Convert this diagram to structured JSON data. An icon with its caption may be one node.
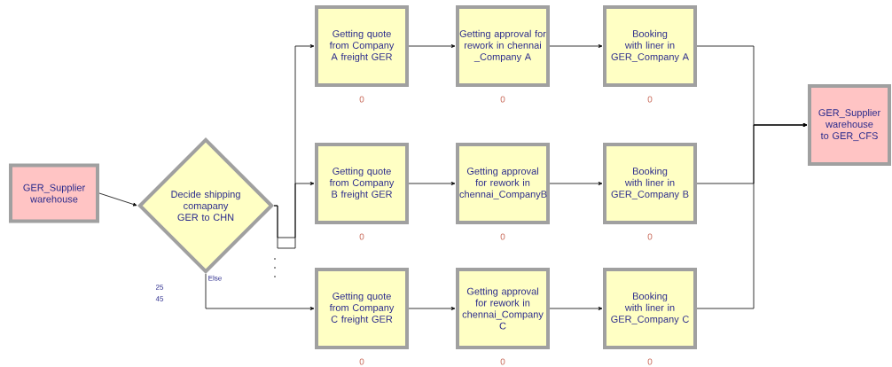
{
  "diagram": {
    "nodes": [
      {
        "text": [
          "GER_Supplier warehouse"
        ]
      },
      {
        "text": [
          "Decide shipping comapany GER to CHN"
        ]
      },
      {
        "text": [
          "Getting quote from Company A freight GER"
        ],
        "beside": [
          "0"
        ]
      },
      {
        "text": [
          "Getting approval for rework in chennai _Company A"
        ],
        "beside": [
          "0"
        ]
      },
      {
        "text": [
          "Booking with liner in GER_Company A"
        ],
        "beside": [
          "0"
        ]
      },
      {
        "text": [
          "Getting quote from Company B freight GER"
        ],
        "beside": [
          "0"
        ]
      },
      {
        "text": [
          "Getting approval for rework in chennai_CompanyB"
        ],
        "beside": [
          "0"
        ]
      },
      {
        "text": [
          "Booking with liner in GER_Company B"
        ],
        "beside": [
          "0"
        ]
      },
      {
        "text": [
          "Getting quote from Company C freight GER"
        ],
        "beside": [
          "0"
        ]
      },
      {
        "text": [
          "Getting approval for rework in chennai_Company C"
        ],
        "beside": [
          "0"
        ]
      },
      {
        "text": [
          "Booking with liner in GER_Company C"
        ],
        "beside": [
          "0"
        ]
      },
      {
        "text": [
          "GER_Supplier warehouse to GER_CFS"
        ]
      }
    ],
    "edges": [
      {
        "from": 0,
        "to": 1,
        "arrow": "to"
      },
      {
        "from": 1,
        "to": 2,
        "arrow": "to"
      },
      {
        "from": 1,
        "to": 5,
        "arrow": "to"
      },
      {
        "from": 1,
        "to": 8,
        "arrow": "to",
        "label": "Else"
      },
      {
        "from": 2,
        "to": 3,
        "arrow": "to"
      },
      {
        "from": 3,
        "to": 4,
        "arrow": "to"
      },
      {
        "from": 5,
        "to": 6,
        "arrow": "to"
      },
      {
        "from": 6,
        "to": 7,
        "arrow": "to"
      },
      {
        "from": 8,
        "to": 9,
        "arrow": "to"
      },
      {
        "from": 9,
        "to": 10,
        "arrow": "to"
      },
      {
        "from": 4,
        "to": 11,
        "arrow": "to"
      },
      {
        "from": 7,
        "to": 11,
        "arrow": "to"
      },
      {
        "from": 10,
        "to": 11,
        "arrow": "to"
      }
    ],
    "labels": [
      "25",
      "45"
    ]
  }
}
